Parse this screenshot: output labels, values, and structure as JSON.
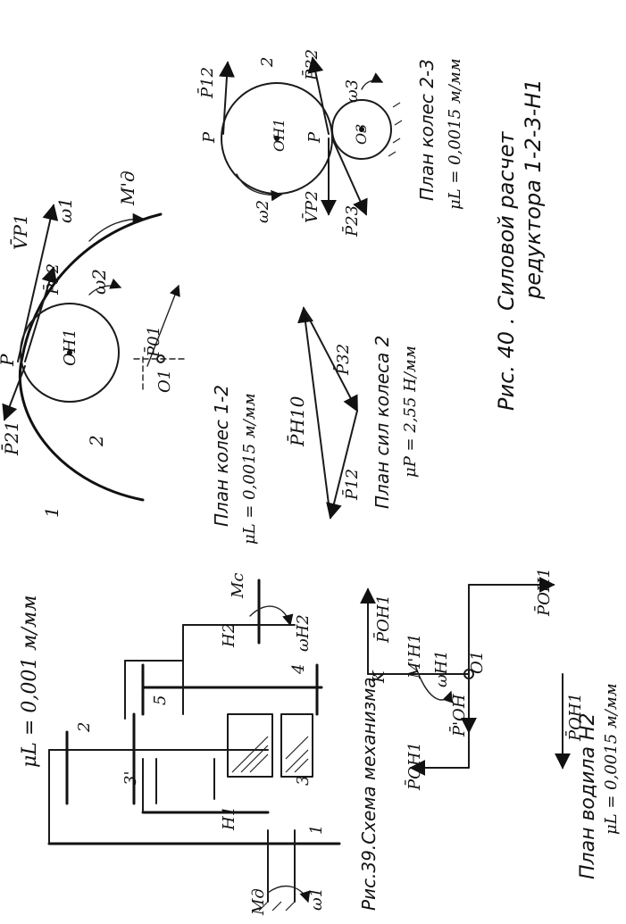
{
  "scheme": {
    "scale_label": "μL = 0,001 м/мм",
    "caption": "Рис.39.Схема механизма.",
    "labels": {
      "n2": "2",
      "n3p": "3'",
      "n5": "5",
      "n4": "4",
      "n3": "3",
      "n1": "1",
      "H1": "H1",
      "H2": "H2",
      "Mc": "Mc",
      "wH2": "ωH2",
      "Md": "Мд",
      "w1": "ω1"
    }
  },
  "wheels12": {
    "title": "План колес 1-2",
    "scale": "μL = 0,0015 м/мм",
    "labels": {
      "Vp1": "V̄P1",
      "w1": "ω1",
      "Md": "M'д",
      "P12": "P̄12",
      "w2": "ω2",
      "P": "P",
      "OH1": "OH1",
      "P01": "P̄01",
      "O1": "O1",
      "P21": "P̄21",
      "n2": "2",
      "n1": "1"
    }
  },
  "forces2": {
    "title": "План сил колеса 2",
    "scale": "μP = 2,55 Н/мм",
    "labels": {
      "PH10": "P̄H10",
      "P32": "P̄32",
      "P12": "P̄12"
    }
  },
  "wheels23": {
    "title": "План колес 2-3",
    "scale": "μL = 0,0015 м/мм",
    "labels": {
      "P12": "P̄12",
      "n2": "2",
      "P32": "P̄32",
      "w3": "ω3",
      "P_left": "P",
      "OH1": "OH1",
      "P_mid": "P",
      "O3": "O3",
      "w2": "ω2",
      "Vp2": "V̄P2",
      "P23": "P̄23"
    }
  },
  "fig40": {
    "caption_line1": "Рис. 40 . Силовой расчет",
    "caption_line2": "редуктора 1-2-3-H1"
  },
  "carrier": {
    "title": "План водила H2",
    "scale": "μL = 0,0015 м/мм",
    "labels": {
      "POH1_a": "P̄OH1",
      "K": "K",
      "MH1": "M'H1",
      "wH1": "ωH1",
      "O1": "O1",
      "POH": "P̄'OH",
      "POH1_b": "P̄OH1",
      "POH1_c": "P̄OH1",
      "POH1_d": "P̄OH1"
    }
  }
}
